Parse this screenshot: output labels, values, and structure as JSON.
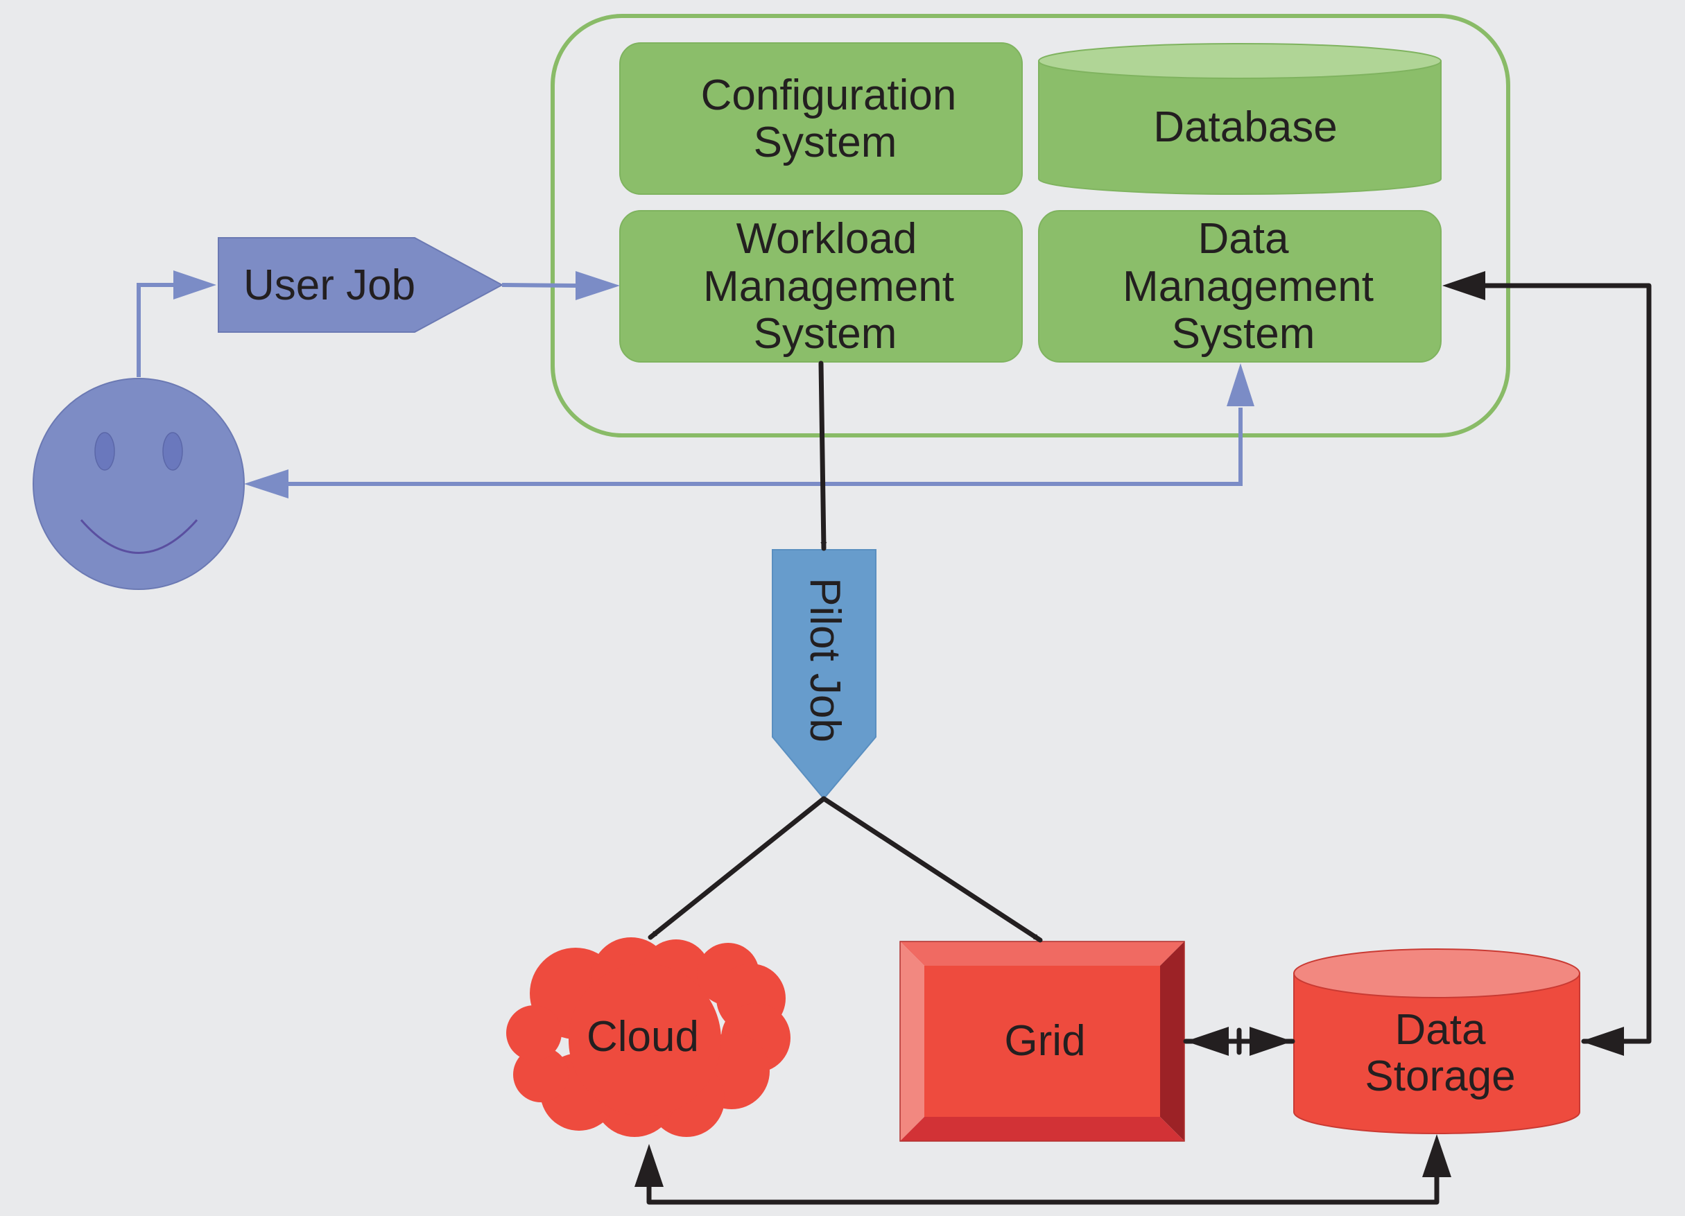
{
  "colors": {
    "background": "#e9eaec",
    "green_fill": "#8bbe6a",
    "green_light": "#b0d596",
    "green_border": "#89bb67",
    "blue_fill": "#7d8cc5",
    "blue_line": "#7b8cc6",
    "pilot_fill": "#679ccc",
    "red_fill": "#ee4b3e",
    "red_light": "#f28880",
    "red_dark": "#9c2226",
    "red_mid": "#d23236",
    "black_line": "#231f20"
  },
  "nodes": {
    "configuration_system": {
      "line1": "Configuration",
      "line2": "System"
    },
    "database": {
      "label": "Database"
    },
    "workload_management": {
      "line1": "Workload",
      "line2": "Management",
      "line3": "System"
    },
    "data_management": {
      "line1": "Data",
      "line2": "Management",
      "line3": "System"
    },
    "user_job": {
      "label": "User Job"
    },
    "pilot_job": {
      "label": "Pilot Job"
    },
    "cloud": {
      "label": "Cloud"
    },
    "grid": {
      "label": "Grid"
    },
    "data_storage": {
      "line1": "Data",
      "line2": "Storage"
    },
    "user": {
      "icon": "smiley-face-icon"
    }
  }
}
